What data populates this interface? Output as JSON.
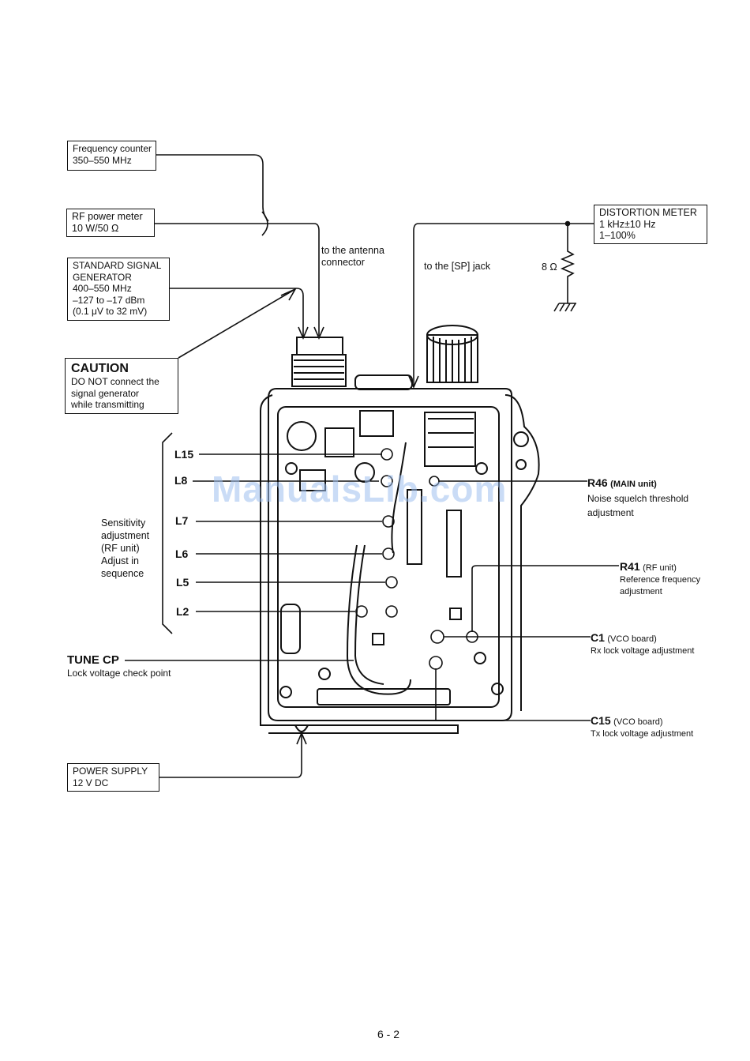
{
  "equipment": {
    "freq_counter": [
      "Frequency counter",
      "350–550 MHz"
    ],
    "rf_power_meter": [
      "RF power meter",
      "10 W/50 Ω"
    ],
    "signal_generator": [
      "STANDARD SIGNAL",
      "GENERATOR",
      "400–550 MHz",
      "–127 to –17 dBm",
      "(0.1 μV to 32 mV)"
    ],
    "distortion_meter": [
      "DISTORTION METER",
      "1 kHz±10 Hz",
      "1–100%"
    ],
    "power_supply": [
      "POWER SUPPLY",
      "12 V DC"
    ]
  },
  "caution": {
    "title": "CAUTION",
    "lines": [
      "DO NOT connect the",
      "signal generator",
      "while transmitting"
    ]
  },
  "connections": {
    "antenna": [
      "to the antenna",
      "connector"
    ],
    "sp_jack": "to the [SP] jack",
    "resistor": "8 Ω"
  },
  "sensitivity": {
    "lines": [
      "Sensitivity",
      "adjustment",
      "(RF unit)",
      "Adjust in",
      "sequence"
    ],
    "coils": [
      "L15",
      "L8",
      "L7",
      "L6",
      "L5",
      "L2"
    ]
  },
  "tune_cp": {
    "name": "TUNE CP",
    "desc": "Lock voltage check point"
  },
  "adjustments": {
    "r46": {
      "name": "R46",
      "unit": "(MAIN unit)",
      "desc": [
        "Noise squelch threshold",
        "adjustment"
      ]
    },
    "r41": {
      "name": "R41",
      "unit": "(RF unit)",
      "desc": [
        "Reference frequency",
        "adjustment"
      ]
    },
    "c1": {
      "name": "C1",
      "unit": "(VCO board)",
      "desc": "Rx lock voltage adjustment"
    },
    "c15": {
      "name": "C15",
      "unit": "(VCO board)",
      "desc": "Tx lock voltage adjustment"
    }
  },
  "watermark": "ManualsLib.com",
  "page_number": "6 - 2"
}
